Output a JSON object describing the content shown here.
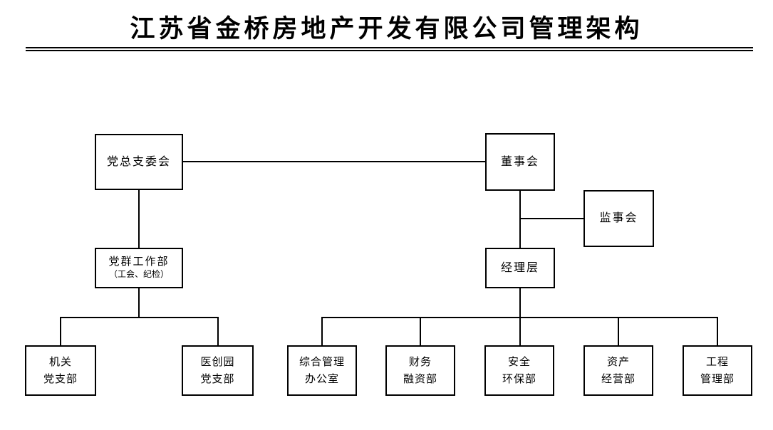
{
  "title": "江苏省金桥房地产开发有限公司管理架构",
  "nodes": {
    "party_committee": {
      "label": "党总支委会"
    },
    "board": {
      "label": "董事会"
    },
    "supervisory": {
      "label": "监事会"
    },
    "party_mass_dept": {
      "line1": "党群工作部",
      "line2": "（工会、纪检）"
    },
    "management": {
      "label": "经理层"
    },
    "organ_party_branch": {
      "line1": "机关",
      "line2": "党支部"
    },
    "medpark_party_branch": {
      "line1": "医创园",
      "line2": "党支部"
    },
    "general_mgmt_office": {
      "line1": "综合管理",
      "line2": "办公室"
    },
    "finance_dept": {
      "line1": "财务",
      "line2": "融资部"
    },
    "safety_dept": {
      "line1": "安全",
      "line2": "环保部"
    },
    "asset_dept": {
      "line1": "资产",
      "line2": "经营部"
    },
    "engineering_dept": {
      "line1": "工程",
      "line2": "管理部"
    }
  },
  "edges": [
    {
      "from": "party_committee",
      "to": "board"
    },
    {
      "from": "party_committee",
      "to": "party_mass_dept"
    },
    {
      "from": "board",
      "to": "management"
    },
    {
      "from": "board",
      "to": "supervisory"
    },
    {
      "from": "party_mass_dept",
      "to": "organ_party_branch"
    },
    {
      "from": "party_mass_dept",
      "to": "medpark_party_branch"
    },
    {
      "from": "management",
      "to": "general_mgmt_office"
    },
    {
      "from": "management",
      "to": "finance_dept"
    },
    {
      "from": "management",
      "to": "safety_dept"
    },
    {
      "from": "management",
      "to": "asset_dept"
    },
    {
      "from": "management",
      "to": "engineering_dept"
    }
  ],
  "colors": {
    "line": "#000000",
    "border": "#000000",
    "text": "#000000",
    "background": "#ffffff"
  }
}
